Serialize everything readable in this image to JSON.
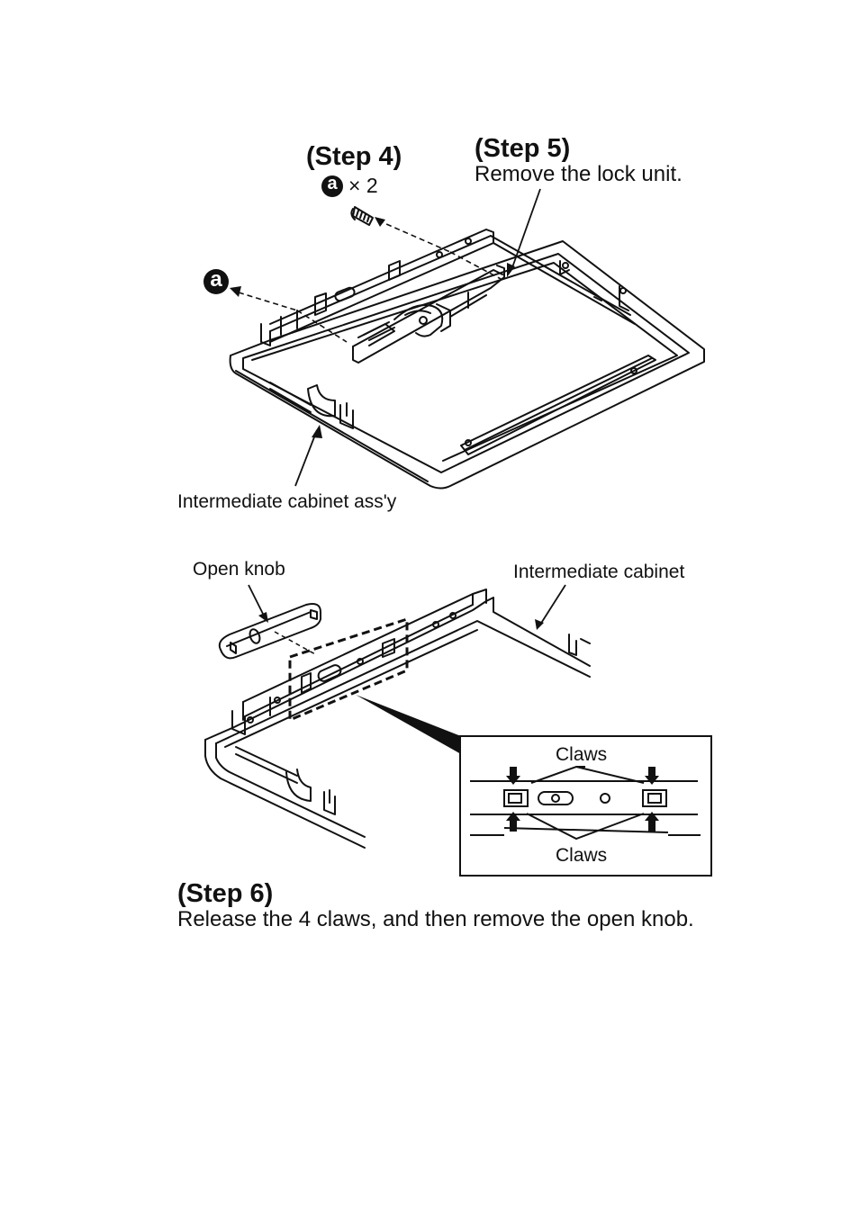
{
  "figure1": {
    "step4_title": "(Step 4)",
    "step4_screw_symbol": "a",
    "step4_screw_count": "× 2",
    "step5_title": "(Step 5)",
    "step5_text": "Remove the lock unit.",
    "screw_marker": "a",
    "label_cabinet_assy": "Intermediate cabinet ass'y"
  },
  "figure2": {
    "label_open_knob": "Open knob",
    "label_intermediate_cabinet": "Intermediate cabinet",
    "inset_claws_top": "Claws",
    "inset_claws_bottom": "Claws"
  },
  "step6": {
    "title": "(Step 6)",
    "text": "Release the 4 claws, and then remove the open knob."
  }
}
